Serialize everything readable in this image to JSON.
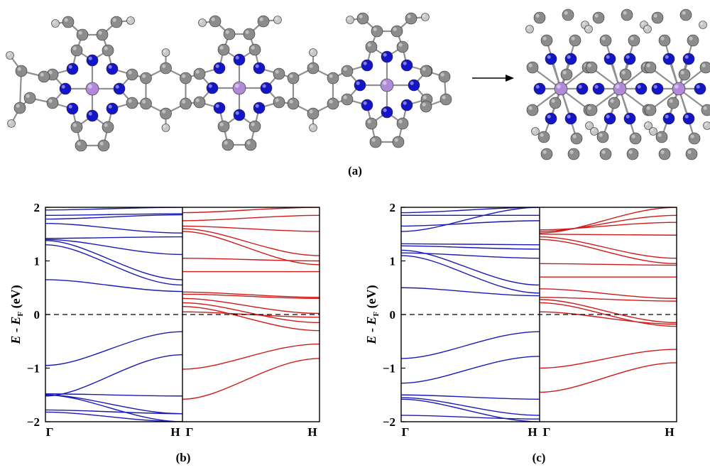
{
  "panel_labels": {
    "a": "(a)",
    "b": "(b)",
    "c": "(c)"
  },
  "colors": {
    "carbon": "#8c8c8c",
    "nitrogen": "#1515c8",
    "hydrogen": "#c8c8c8",
    "metal": "#b08ad8",
    "bond": "#909090",
    "spin_up": "#1a1ab4",
    "spin_down": "#d01a1a"
  },
  "chart_data": [
    {
      "type": "line",
      "panel": "(b)",
      "ylabel_parts": {
        "E": "E",
        "minus": " - ",
        "EF": "E",
        "sub": "F",
        "unit": " (eV)"
      },
      "ylim": [
        -2,
        2
      ],
      "yticks": [
        "-2",
        "-1",
        "0",
        "1",
        "2"
      ],
      "xticks_left": [
        "Γ",
        "H"
      ],
      "xticks_right": [
        "Γ",
        "H"
      ],
      "fermi_level": 0,
      "spin_up": [
        [
          1.95,
          2.0
        ],
        [
          1.85,
          1.88
        ],
        [
          1.78,
          1.86
        ],
        [
          1.7,
          1.52
        ],
        [
          1.42,
          1.45
        ],
        [
          1.4,
          1.12
        ],
        [
          1.38,
          0.65
        ],
        [
          1.3,
          0.55
        ],
        [
          0.65,
          0.43
        ],
        [
          -0.95,
          -0.32
        ],
        [
          -1.52,
          -0.75
        ],
        [
          -1.48,
          -1.52
        ],
        [
          -1.5,
          -1.85
        ],
        [
          -1.5,
          -2.0
        ],
        [
          -1.78,
          -1.85
        ],
        [
          -1.82,
          -2.0
        ]
      ],
      "spin_down": [
        [
          1.9,
          2.0
        ],
        [
          1.75,
          1.85
        ],
        [
          1.65,
          1.55
        ],
        [
          1.6,
          1.1
        ],
        [
          1.55,
          0.93
        ],
        [
          1.05,
          1.0
        ],
        [
          0.8,
          0.8
        ],
        [
          0.42,
          0.32
        ],
        [
          0.38,
          0.3
        ],
        [
          0.3,
          0.02
        ],
        [
          0.22,
          -0.15
        ],
        [
          0.15,
          -0.3
        ],
        [
          0.05,
          -0.05
        ],
        [
          -1.02,
          -0.55
        ],
        [
          -1.58,
          -0.82
        ]
      ]
    },
    {
      "type": "line",
      "panel": "(c)",
      "ylabel_parts": {
        "E": "E",
        "minus": " - ",
        "EF": "E",
        "sub": "F",
        "unit": " (eV)"
      },
      "ylim": [
        -2,
        2
      ],
      "yticks": [
        "-2",
        "-1",
        "0",
        "1",
        "2"
      ],
      "xticks_left": [
        "Γ",
        "H"
      ],
      "xticks_right": [
        "Γ",
        "H"
      ],
      "fermi_level": 0,
      "spin_up": [
        [
          1.9,
          2.0
        ],
        [
          1.85,
          1.85
        ],
        [
          1.65,
          1.75
        ],
        [
          1.55,
          2.0
        ],
        [
          1.32,
          1.3
        ],
        [
          1.28,
          1.22
        ],
        [
          1.15,
          1.05
        ],
        [
          1.2,
          0.55
        ],
        [
          1.1,
          0.4
        ],
        [
          0.5,
          0.35
        ],
        [
          -0.82,
          -0.32
        ],
        [
          -1.28,
          -0.78
        ],
        [
          -1.5,
          -1.58
        ],
        [
          -1.55,
          -1.88
        ],
        [
          -1.58,
          -2.0
        ],
        [
          -1.88,
          -1.95
        ]
      ],
      "spin_down": [
        [
          1.52,
          2.0
        ],
        [
          1.55,
          1.85
        ],
        [
          1.58,
          1.72
        ],
        [
          1.5,
          1.48
        ],
        [
          1.45,
          1.05
        ],
        [
          1.4,
          0.95
        ],
        [
          0.95,
          0.92
        ],
        [
          0.7,
          0.7
        ],
        [
          0.48,
          0.3
        ],
        [
          0.32,
          0.25
        ],
        [
          0.28,
          -0.15
        ],
        [
          0.22,
          -0.22
        ],
        [
          0.05,
          -0.18
        ],
        [
          -1.0,
          -0.65
        ],
        [
          -1.45,
          -0.9
        ]
      ]
    }
  ]
}
